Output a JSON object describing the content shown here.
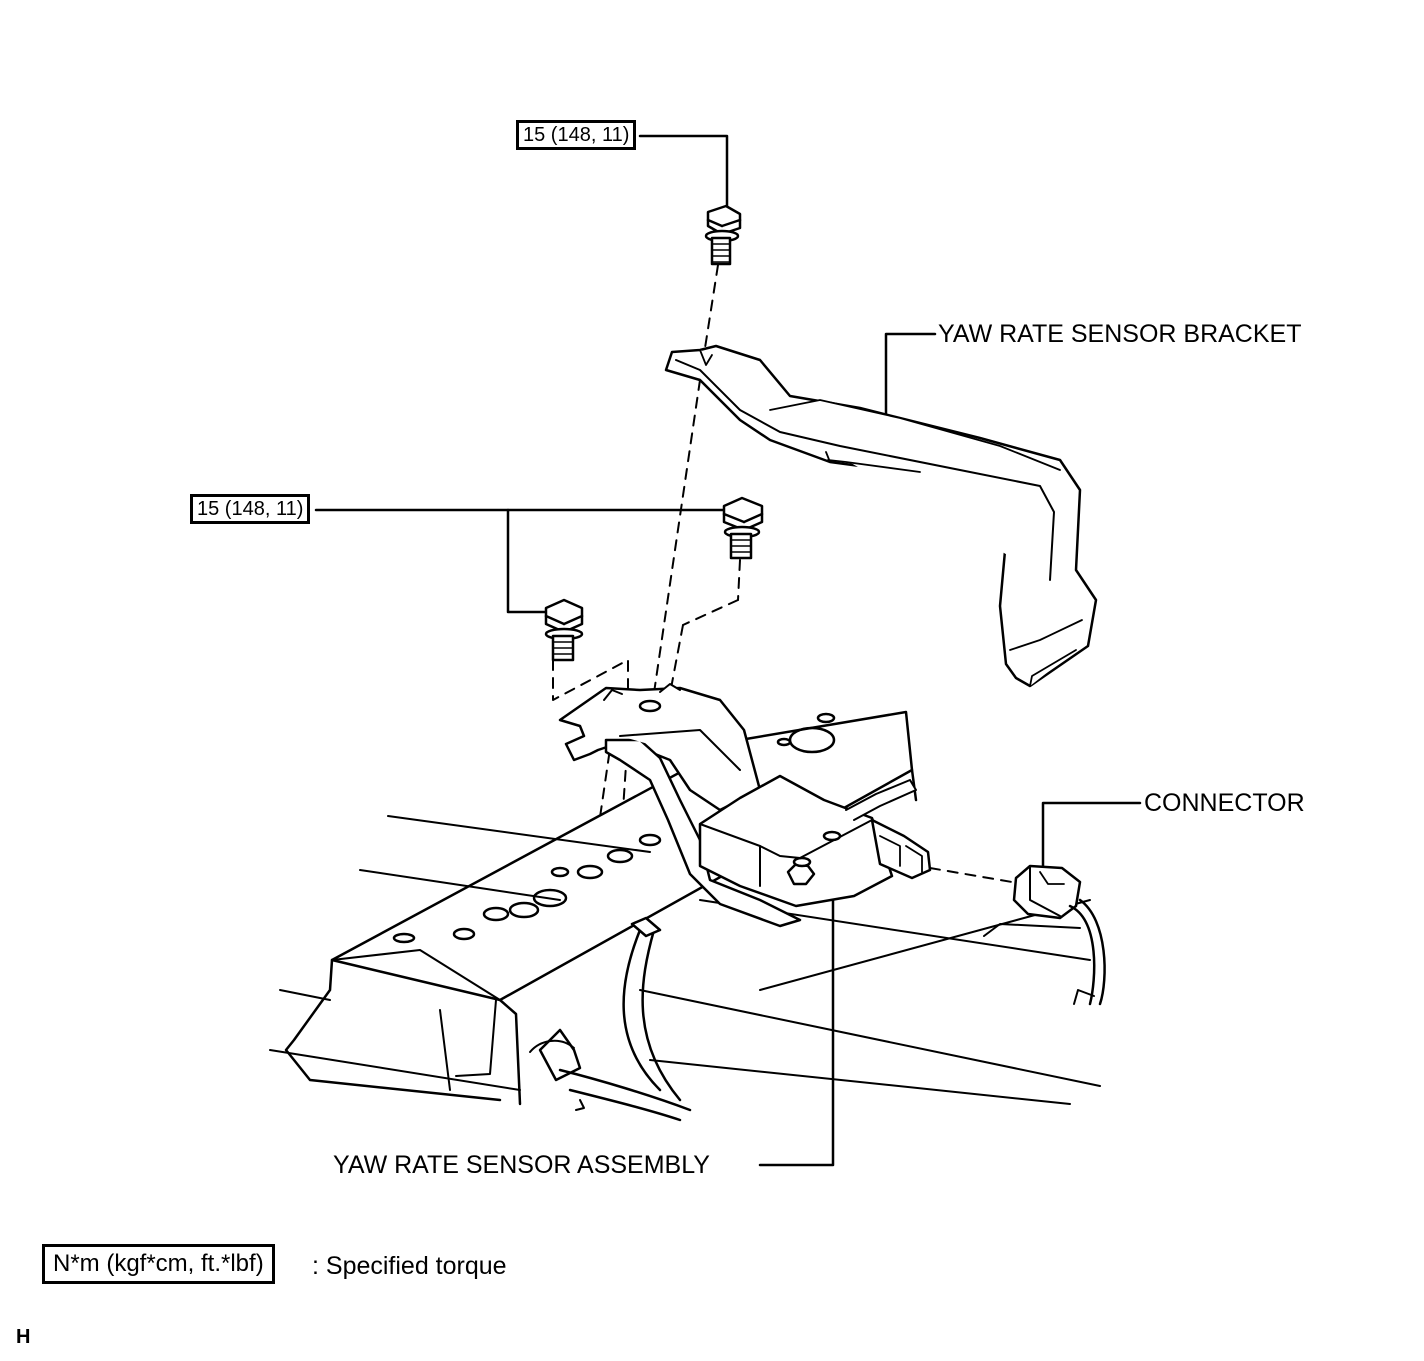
{
  "callouts": {
    "torque_upper": "15 (148, 11)",
    "torque_left": "15 (148, 11)",
    "bracket": "YAW RATE SENSOR BRACKET",
    "connector": "CONNECTOR",
    "sensor_assembly": "YAW RATE SENSOR ASSEMBLY"
  },
  "legend": {
    "unit_box": "N*m (kgf*cm, ft.*lbf)",
    "description": ": Specified torque"
  },
  "corner_code": "H"
}
